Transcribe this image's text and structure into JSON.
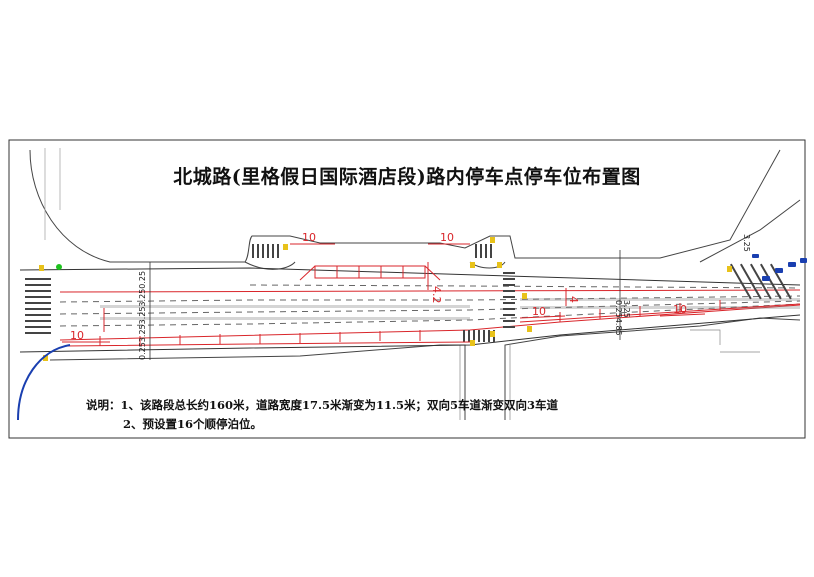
{
  "title": "北城路(里格假日国际酒店段)路内停车点停车位布置图",
  "notes": {
    "label": "说明：",
    "line1": "1、该路段总长约160米，道路宽度17.5米渐变为11.5米；双向5车道渐变双向3车道",
    "line2": "2、预设置16个顺停泊位。"
  },
  "dimensions": {
    "top_left": "10",
    "top_center": "10",
    "bottom_left": "10",
    "bottom_center": "10",
    "bottom_right": "10",
    "vertical_1": "4.2",
    "vertical_2": "4",
    "lane_widths_left": "0.253.253.253.250.25",
    "lane_widths_right": "0.254.85",
    "lane_widths_right_lower": "3.25",
    "lane_marks_mid": "3.25"
  },
  "colors": {
    "line": "#333333",
    "lane": "#666666",
    "parking": "#d9262b",
    "crosswalk": "#444444",
    "signal": "#e8c21a",
    "curb": "#1a3fb0",
    "marker": "#1ec21e"
  }
}
